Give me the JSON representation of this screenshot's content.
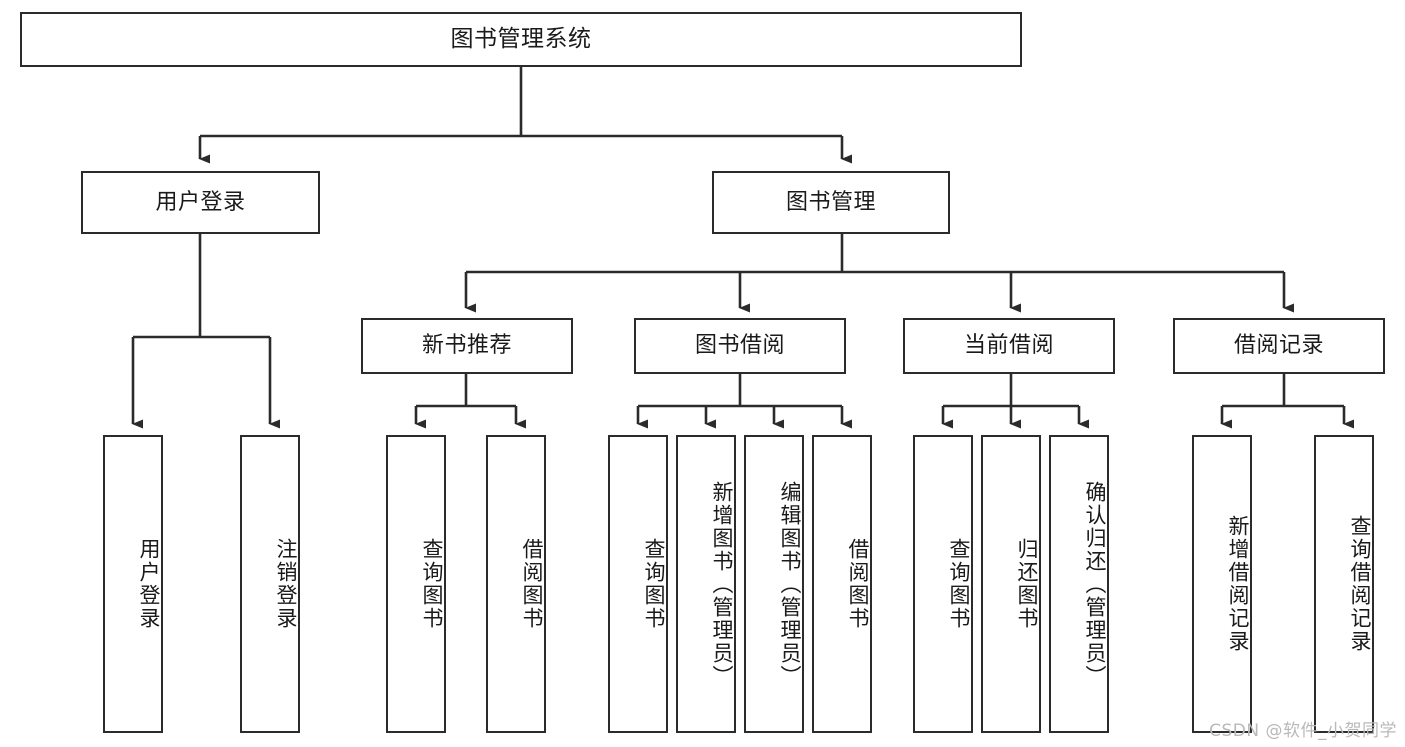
{
  "diagram": {
    "type": "tree-hierarchy",
    "title": "图书管理系统",
    "watermark": "CSDN @软件_小贺同学",
    "colors": {
      "background": "#ffffff",
      "stroke": "#2b2b2b",
      "text": "#1a1a1a",
      "watermark": "#b9b9b9"
    },
    "root": {
      "label": "图书管理系统"
    },
    "level2": [
      {
        "id": "user-login",
        "label": "用户登录"
      },
      {
        "id": "book-manage",
        "label": "图书管理"
      }
    ],
    "level3": [
      {
        "id": "new-book-recommend",
        "label": "新书推荐",
        "parent": "book-manage"
      },
      {
        "id": "book-borrow",
        "label": "图书借阅",
        "parent": "book-manage"
      },
      {
        "id": "current-borrow",
        "label": "当前借阅",
        "parent": "book-manage"
      },
      {
        "id": "borrow-record",
        "label": "借阅记录",
        "parent": "book-manage"
      }
    ],
    "leaves": [
      {
        "id": "leaf-user-login",
        "label": "用户登录",
        "parent": "user-login"
      },
      {
        "id": "leaf-user-logout",
        "label": "注销登录",
        "parent": "user-login"
      },
      {
        "id": "leaf-query-book-1",
        "label": "查询图书",
        "parent": "new-book-recommend"
      },
      {
        "id": "leaf-borrow-book-1",
        "label": "借阅图书",
        "parent": "new-book-recommend"
      },
      {
        "id": "leaf-query-book-2",
        "label": "查询图书",
        "parent": "book-borrow"
      },
      {
        "id": "leaf-add-book",
        "label": "新增图书（管理员）",
        "parent": "book-borrow"
      },
      {
        "id": "leaf-edit-book",
        "label": "编辑图书（管理员）",
        "parent": "book-borrow"
      },
      {
        "id": "leaf-borrow-book-2",
        "label": "借阅图书",
        "parent": "book-borrow"
      },
      {
        "id": "leaf-query-book-3",
        "label": "查询图书",
        "parent": "current-borrow"
      },
      {
        "id": "leaf-return-book",
        "label": "归还图书",
        "parent": "current-borrow"
      },
      {
        "id": "leaf-confirm-return",
        "label": "确认归还（管理员）",
        "parent": "current-borrow"
      },
      {
        "id": "leaf-add-record",
        "label": "新增借阅记录",
        "parent": "borrow-record"
      },
      {
        "id": "leaf-query-record",
        "label": "查询借阅记录",
        "parent": "borrow-record"
      }
    ]
  }
}
